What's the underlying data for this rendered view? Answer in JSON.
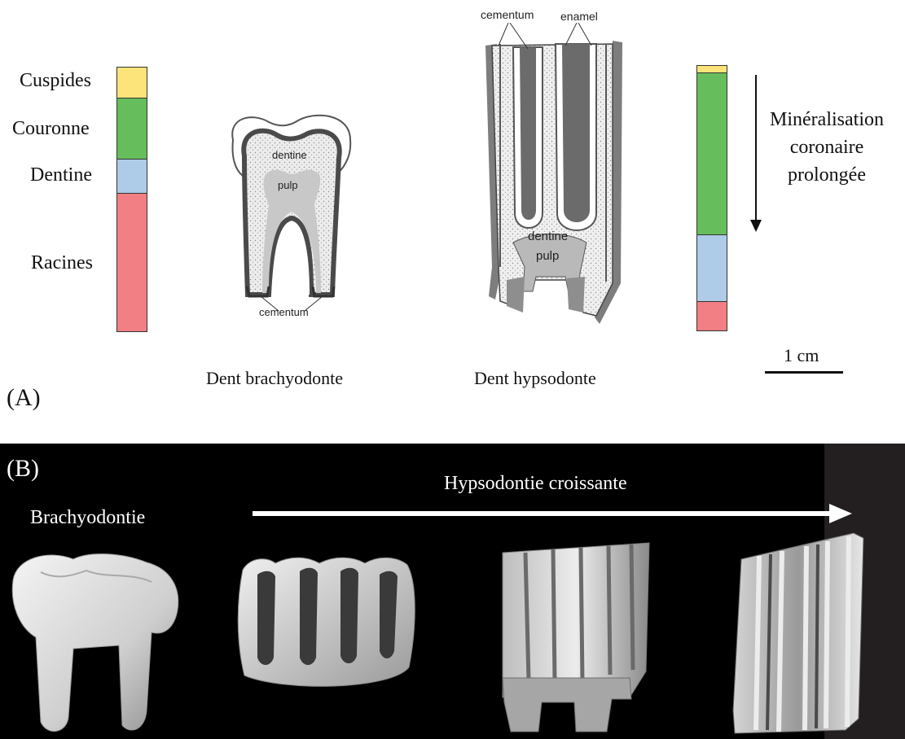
{
  "panel_a": {
    "label": "(A)",
    "left_bar_labels": [
      "Cuspides",
      "Couronne",
      "Dentine",
      "Racines"
    ],
    "colors": {
      "cusps": "#fde47a",
      "crown": "#66bd5c",
      "dentine": "#aecbe8",
      "roots": "#f17f83",
      "outline": "#333333"
    },
    "brachy": {
      "caption": "Dent brachyodonte",
      "dentine": "dentine",
      "pulp": "pulp",
      "cementum": "cementum"
    },
    "hypso": {
      "caption": "Dent hypsodonte",
      "cementum": "cementum",
      "enamel": "enamel",
      "dentine": "dentine",
      "pulp": "pulp"
    },
    "annotation_lines": [
      "Minéralisation",
      "coronaire",
      "prolongée"
    ],
    "scale_label": "1 cm"
  },
  "panel_b": {
    "label": "(B)",
    "left_label": "Brachyodontie",
    "arrow_label": "Hypsodontie croissante"
  }
}
